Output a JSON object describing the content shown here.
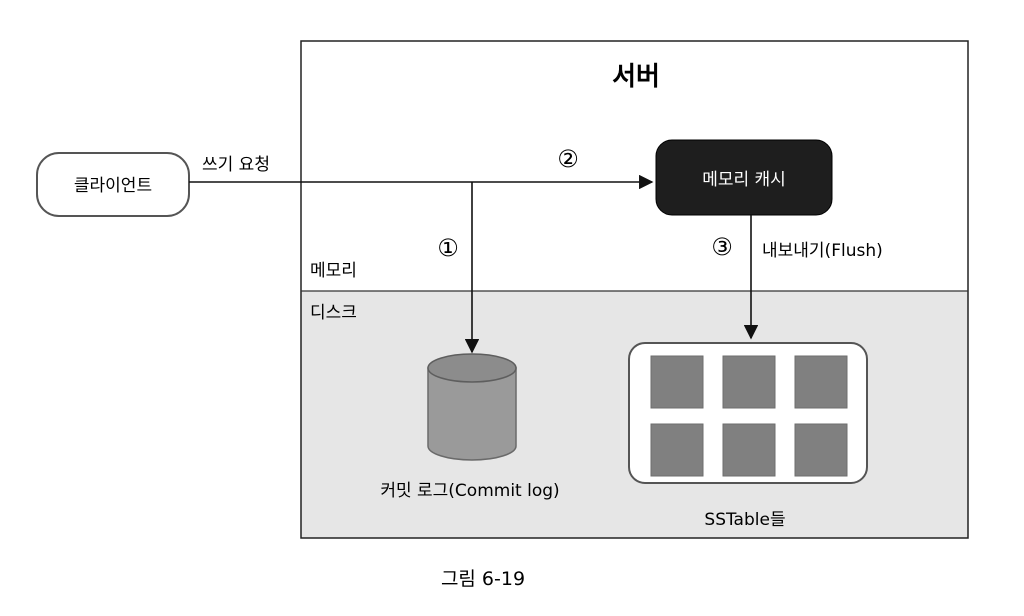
{
  "server": {
    "title": "서버",
    "memory_label": "메모리",
    "disk_label": "디스크"
  },
  "client": {
    "label": "클라이언트"
  },
  "write_request": {
    "label": "쓰기 요청"
  },
  "memory_cache": {
    "label": "메모리 캐시"
  },
  "steps": {
    "one": "①",
    "two": "②",
    "three": "③"
  },
  "flush": {
    "label": "내보내기(Flush)"
  },
  "commit_log": {
    "label": "커밋 로그(Commit log)"
  },
  "sstables": {
    "label": "SSTable들",
    "count": 6
  },
  "figure": {
    "caption": "그림 6-19"
  },
  "colors": {
    "disk_fill": "#e6e6e6",
    "cache_fill": "#1e1e1e",
    "sstable_block": "#808080",
    "cylinder_body": "#9a9a9a",
    "cylinder_top": "#8c8c8c"
  }
}
